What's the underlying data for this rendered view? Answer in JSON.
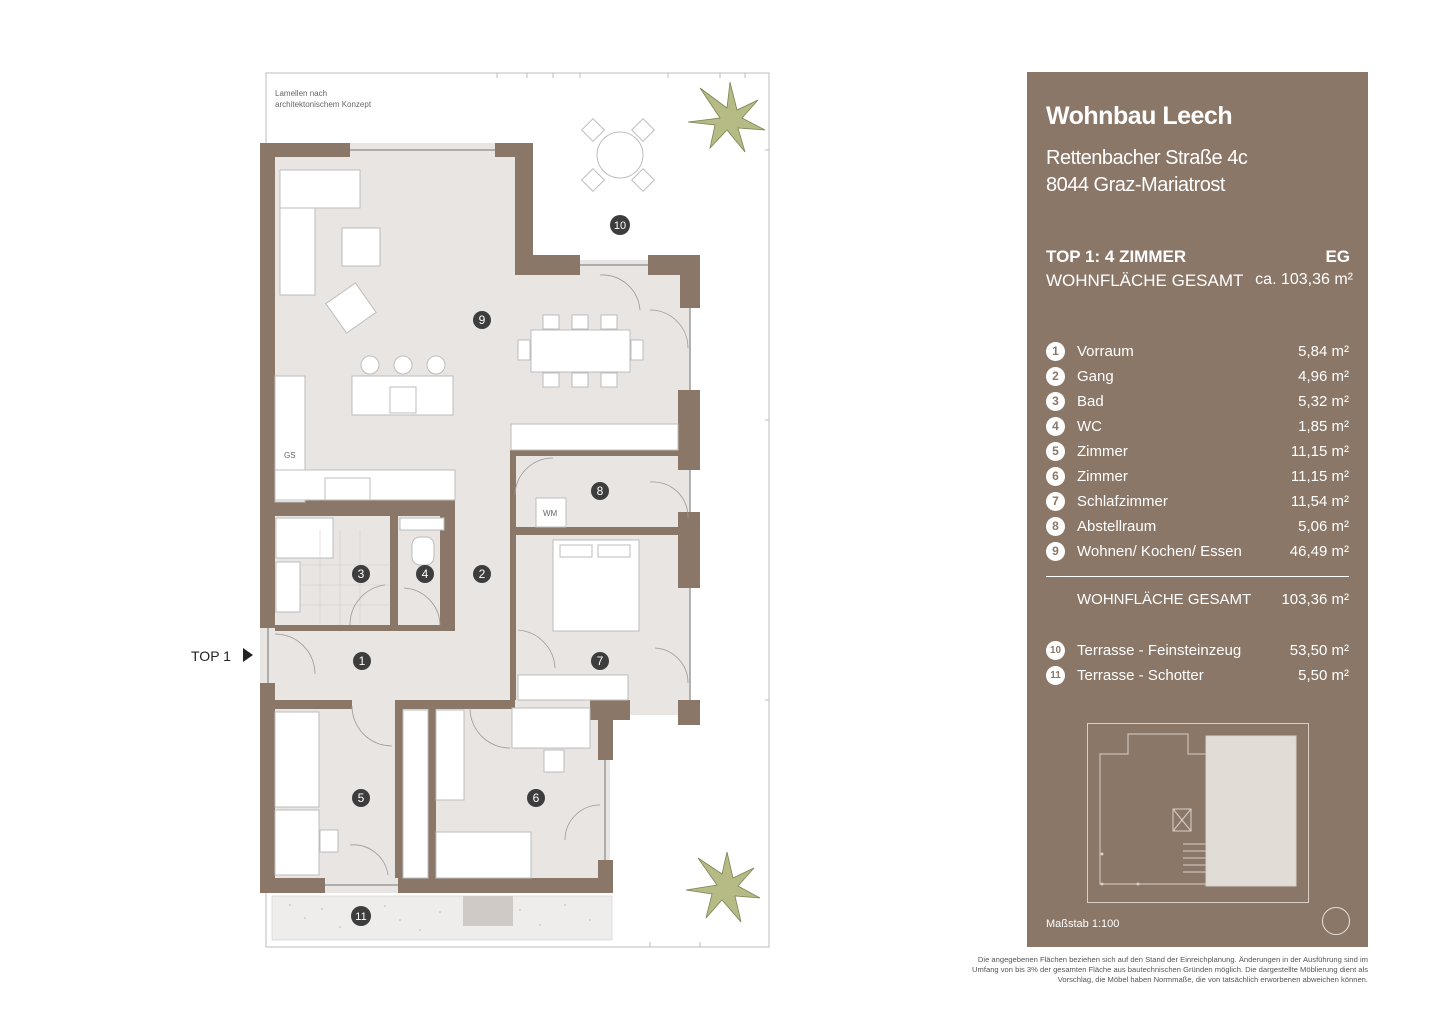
{
  "plan": {
    "annotation_lines": [
      "Lamellen nach",
      "architektonischem Konzept"
    ],
    "entrance_label": "TOP 1",
    "labels": {
      "gs": "GS",
      "wm": "WM"
    },
    "room_numbers": [
      "1",
      "2",
      "3",
      "4",
      "5",
      "6",
      "7",
      "8",
      "9",
      "10",
      "11"
    ]
  },
  "panel": {
    "title": "Wohnbau Leech",
    "address_line1": "Rettenbacher Straße 4c",
    "address_line2": "8044 Graz-Mariatrost",
    "unit": "TOP 1: 4 ZIMMER",
    "floor": "EG",
    "total_label": "WOHNFLÄCHE GESAMT",
    "total_value": "ca. 103,36 m²",
    "rooms": [
      {
        "no": "1",
        "name": "Vorraum",
        "area": "5,84 m²"
      },
      {
        "no": "2",
        "name": "Gang",
        "area": "4,96 m²"
      },
      {
        "no": "3",
        "name": "Bad",
        "area": "5,32 m²"
      },
      {
        "no": "4",
        "name": "WC",
        "area": "1,85 m²"
      },
      {
        "no": "5",
        "name": "Zimmer",
        "area": "11,15 m²"
      },
      {
        "no": "6",
        "name": "Zimmer",
        "area": "11,15 m²"
      },
      {
        "no": "7",
        "name": "Schlafzimmer",
        "area": "11,54 m²"
      },
      {
        "no": "8",
        "name": "Abstellraum",
        "area": "5,06 m²"
      },
      {
        "no": "9",
        "name": "Wohnen/ Kochen/ Essen",
        "area": "46,49 m²"
      }
    ],
    "sum_label": "WOHNFLÄCHE GESAMT",
    "sum_value": "103,36 m²",
    "terraces": [
      {
        "no": "10",
        "name": "Terrasse - Feinsteinzeug",
        "area": "53,50 m²"
      },
      {
        "no": "11",
        "name": "Terrasse - Schotter",
        "area": "5,50 m²"
      }
    ],
    "scale": "Maßstab 1:100"
  },
  "disclaimer": "Die angegebenen Flächen beziehen sich auf den Stand der Einreichplanung. Änderungen in der Ausführung sind im Umfang von bis 3% der gesamten Fläche aus bautechnischen Gründen möglich. Die dargestellte Möblierung dient als Vorschlag, die Möbel haben Normmaße, die von tatsächlich erworbenen abweichen können."
}
